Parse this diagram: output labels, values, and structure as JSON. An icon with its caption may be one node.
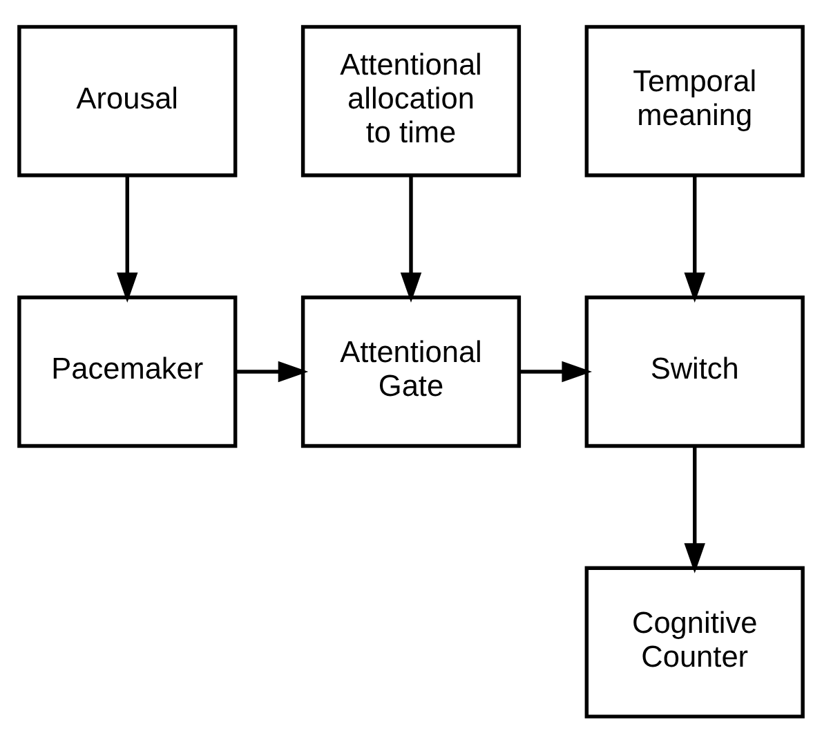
{
  "diagram": {
    "nodes": [
      {
        "text": [
          "Arousal"
        ]
      },
      {
        "text": [
          "Attentional allocation to time"
        ]
      },
      {
        "text": [
          "Temporal meaning"
        ]
      },
      {
        "text": [
          "Pacemaker"
        ]
      },
      {
        "text": [
          "Attentional Gate"
        ]
      },
      {
        "text": [
          "Switch"
        ]
      },
      {
        "text": [
          "Cognitive Counter"
        ]
      }
    ],
    "edges": [
      {
        "from": 0,
        "to": 3,
        "arrow": "to"
      },
      {
        "from": 1,
        "to": 4,
        "arrow": "to"
      },
      {
        "from": 2,
        "to": 5,
        "arrow": "to"
      },
      {
        "from": 3,
        "to": 4,
        "arrow": "to"
      },
      {
        "from": 4,
        "to": 5,
        "arrow": "to"
      },
      {
        "from": 5,
        "to": 6,
        "arrow": "to"
      }
    ]
  }
}
